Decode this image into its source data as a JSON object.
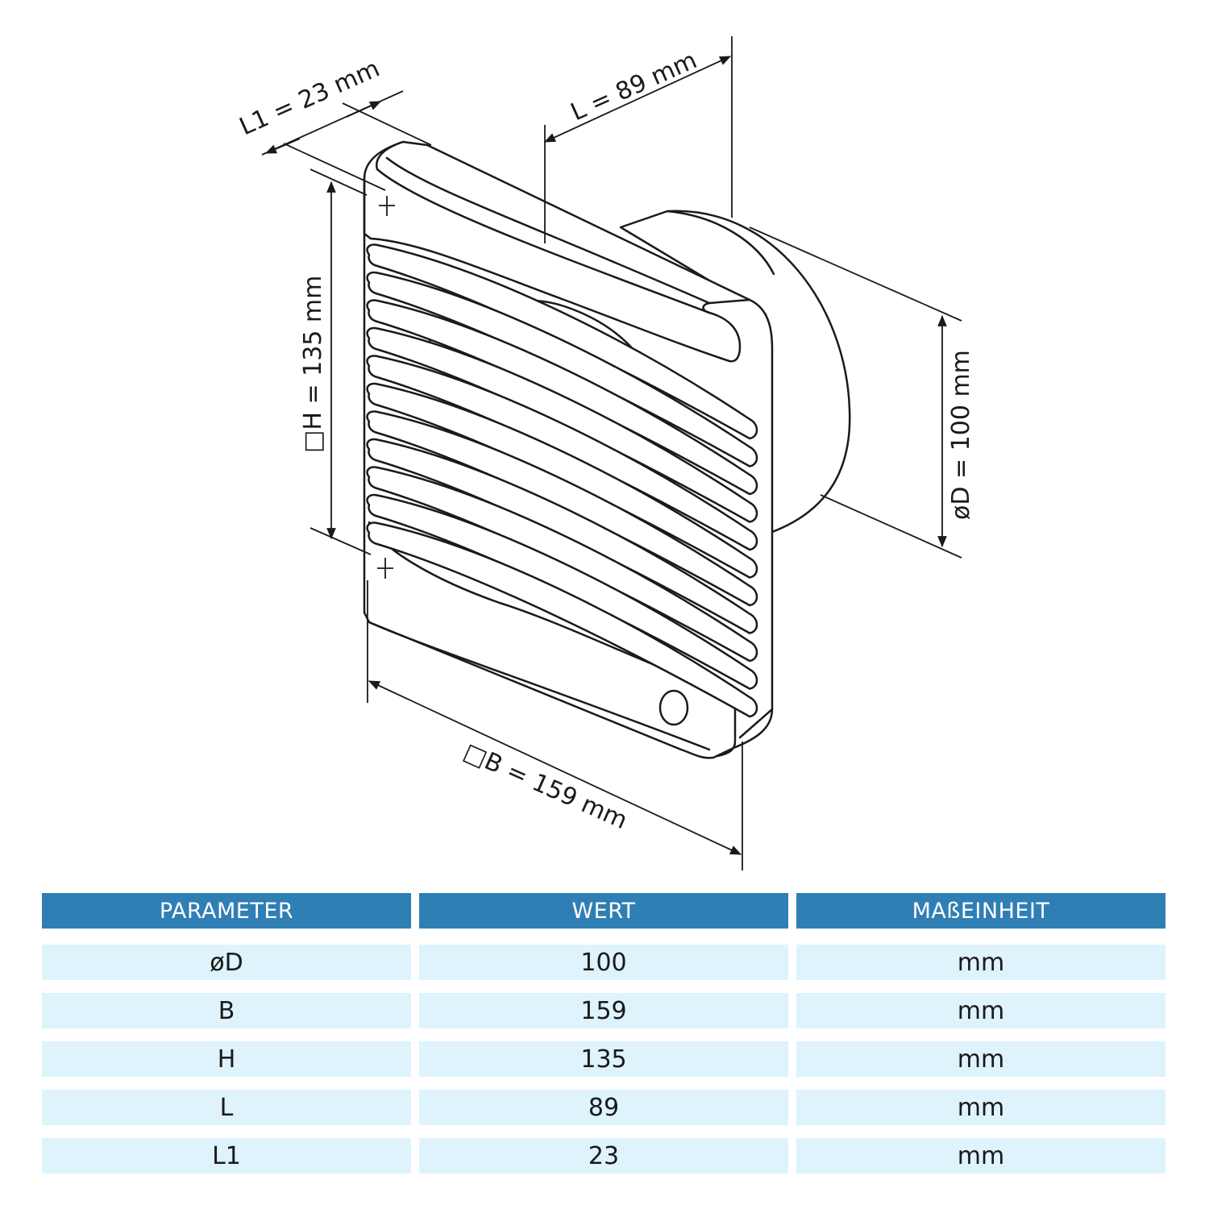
{
  "drawing": {
    "dimensions": {
      "l1": "L1 = 23 mm",
      "l": "L = 89  mm",
      "h": "□H =  135 mm",
      "d": "øD = 100 mm",
      "b": "□B = 159 mm"
    },
    "icons": [
      "fan-housing-icon",
      "louver-grille-icon",
      "fan-blade-icon",
      "duct-spigot-icon",
      "control-knob-icon"
    ]
  },
  "table": {
    "headers": [
      "PARAMETER",
      "WERT",
      "MAßEINHEIT"
    ],
    "rows": [
      [
        "øD",
        "100",
        "mm"
      ],
      [
        "B",
        "159",
        "mm"
      ],
      [
        "H",
        "135",
        "mm"
      ],
      [
        "L",
        "89",
        "mm"
      ],
      [
        "L1",
        "23",
        "mm"
      ]
    ]
  }
}
